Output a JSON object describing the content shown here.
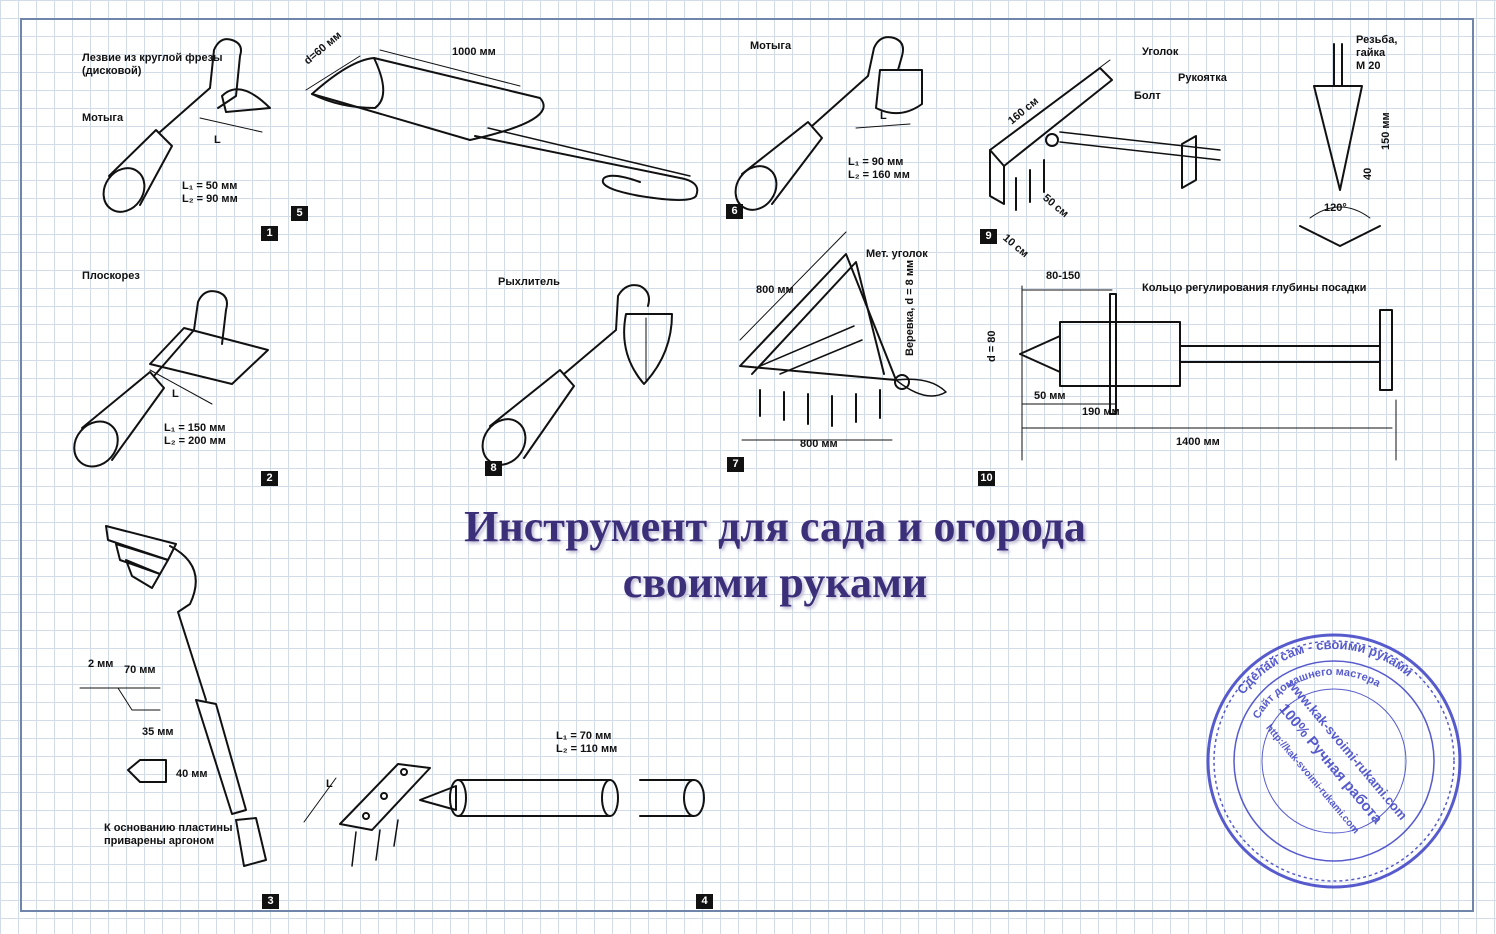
{
  "title": {
    "line1": "Инструмент для сада и огорода",
    "line2": "своими руками"
  },
  "figures": [
    {
      "number": "1",
      "labels": [
        "Лезвие из круглой фрезы\n(дисковой)",
        "Мотыга",
        "L",
        "L₁ = 50 мм\nL₂ = 90 мм"
      ]
    },
    {
      "number": "2",
      "labels": [
        "Плоскорез",
        "L",
        "L₁ = 150 мм\nL₂ = 200 мм"
      ]
    },
    {
      "number": "3",
      "labels": [
        "2 мм",
        "70 мм",
        "35 мм",
        "40 мм",
        "К основанию пластины\nприварены аргоном"
      ]
    },
    {
      "number": "4",
      "labels": [
        "L",
        "L₁ = 70 мм\nL₂ = 110 мм"
      ]
    },
    {
      "number": "5",
      "labels": [
        "d=60 мм",
        "1000 мм"
      ]
    },
    {
      "number": "6",
      "labels": [
        "Мотыга",
        "L",
        "L₁ = 90 мм\nL₂ = 160 мм"
      ]
    },
    {
      "number": "7",
      "labels": [
        "Мет. уголок",
        "800 мм",
        "800 мм",
        "Веревка, d = 8 мм"
      ]
    },
    {
      "number": "8",
      "labels": [
        "Рыхлитель"
      ]
    },
    {
      "number": "9",
      "labels": [
        "Уголок",
        "Рукоятка",
        "Болт",
        "160 см",
        "10 см",
        "50 см"
      ]
    },
    {
      "number": "10",
      "labels": [
        "80-150",
        "Кольцо регулирования глубины посадки",
        "d = 80",
        "50 мм",
        "190 мм",
        "1400 мм"
      ]
    },
    {
      "number": "",
      "labels": [
        "Резьба,\nгайка\nМ 20",
        "150 мм",
        "40",
        "120°"
      ]
    }
  ],
  "stamp": {
    "lines": [
      "Сделай сам - своими руками",
      "Сайт домашнего мастера",
      "www.kak-svoimi-rukami.com",
      "100% Ручная работа",
      "http://kak-svoimi-rukami.com"
    ],
    "color": "#3a3fc4"
  },
  "colors": {
    "grid": "#d2dbe8",
    "frame": "#6f86aa",
    "title": "#3b2f7a",
    "ink": "#111111"
  }
}
